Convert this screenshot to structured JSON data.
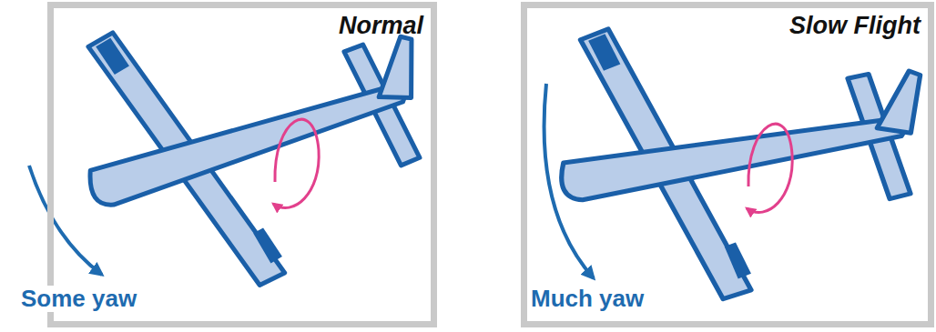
{
  "diagram": {
    "nodes": [
      {
        "text": [
          "Normal"
        ]
      },
      {
        "text": [
          "Slow Flight"
        ]
      }
    ],
    "labels": [
      "Some yaw",
      "Much yaw"
    ]
  }
}
